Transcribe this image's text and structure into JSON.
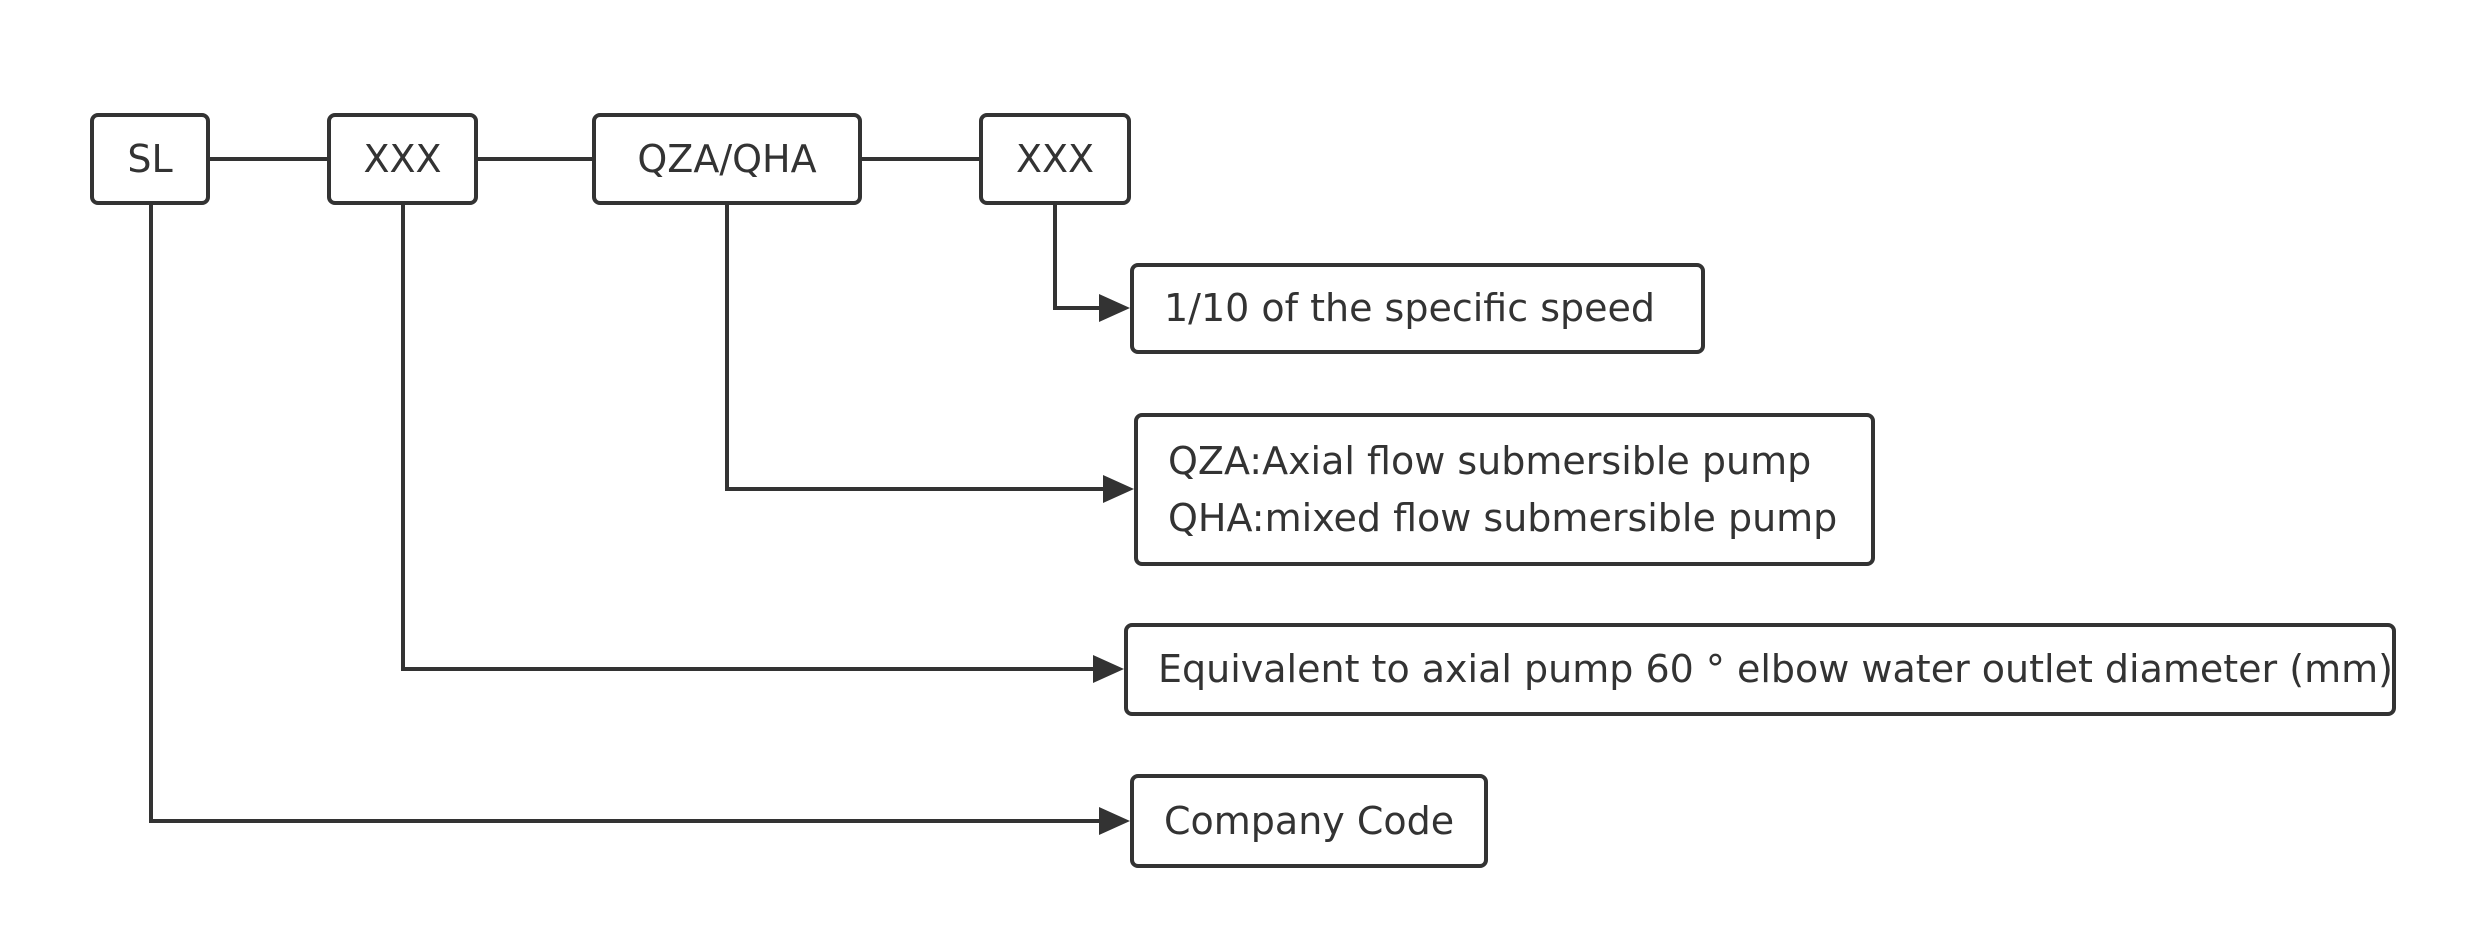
{
  "codes": {
    "sl": "SL",
    "diameter_code": "XXX",
    "pump_type": "QZA/QHA",
    "speed_code": "XXX"
  },
  "descriptions": {
    "speed": "1/10 of the specific speed",
    "pump_type_line1": "QZA:Axial flow submersible pump",
    "pump_type_line2": "QHA:mixed flow submersible pump",
    "diameter": "Equivalent to axial pump 60 ° elbow water outlet diameter (mm)",
    "company": "Company Code"
  }
}
